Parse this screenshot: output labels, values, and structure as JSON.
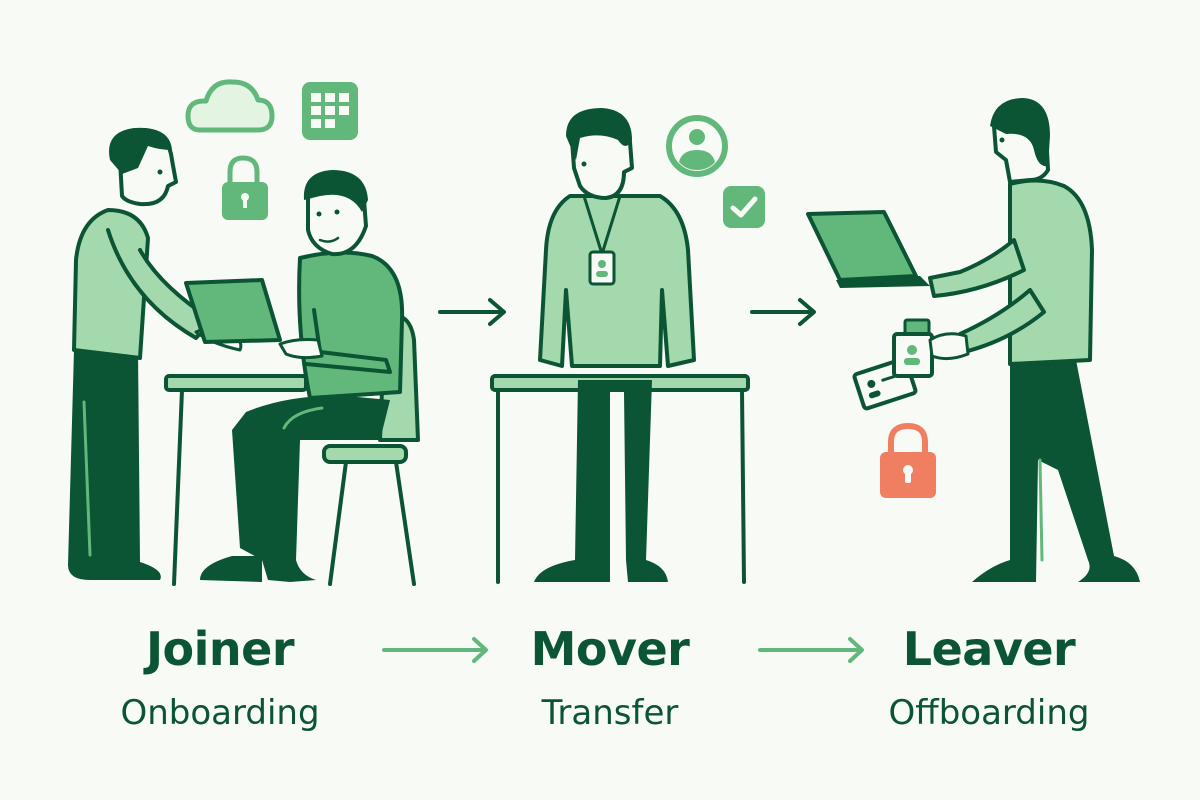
{
  "colors": {
    "background": "#f7faf5",
    "dark_green": "#0b5434",
    "mid_green": "#62b87a",
    "light_green": "#a3d9ad",
    "pale_green": "#e3f4e3",
    "alert_coral": "#f07f61"
  },
  "stages": [
    {
      "title": "Joiner",
      "subtitle": "Onboarding"
    },
    {
      "title": "Mover",
      "subtitle": "Transfer"
    },
    {
      "title": "Leaver",
      "subtitle": "Offboarding"
    }
  ],
  "icons": {
    "joiner": [
      "cloud-icon",
      "app-grid-icon",
      "padlock-icon"
    ],
    "mover": [
      "user-profile-icon",
      "checkbox-check-icon",
      "id-badge-icon"
    ],
    "leaver": [
      "laptop-icon",
      "id-card-icon",
      "badge-icon",
      "locked-padlock-icon"
    ]
  }
}
